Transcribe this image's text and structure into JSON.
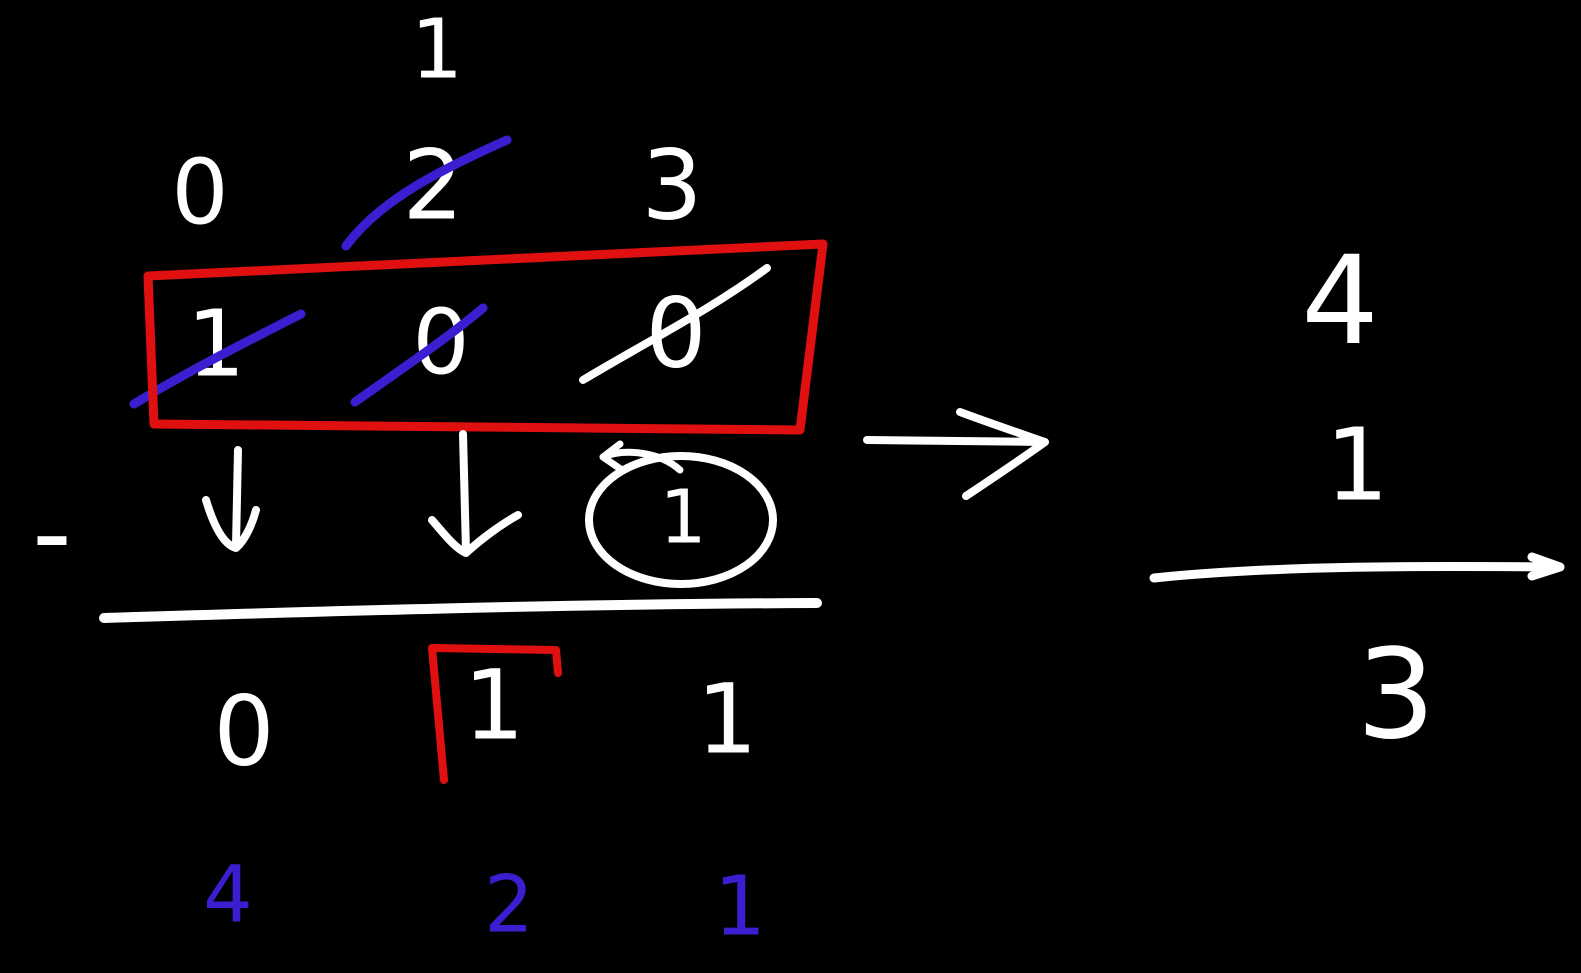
{
  "colors": {
    "background": "#000000",
    "ink": "#ffffff",
    "strike": "#3a1fd0",
    "highlight": "#e01010"
  },
  "left_subtraction": {
    "borrow_digit": "1",
    "borrow_row": [
      "0",
      "2",
      "3"
    ],
    "minuend": [
      "1",
      "0",
      "0"
    ],
    "subtrahend_circled": "1",
    "operator": "-",
    "result": [
      "0",
      "1",
      "1"
    ],
    "place_values": [
      "4",
      "2",
      "1"
    ]
  },
  "right_subtraction": {
    "top": "4",
    "subtrahend": "1",
    "result": "3"
  }
}
